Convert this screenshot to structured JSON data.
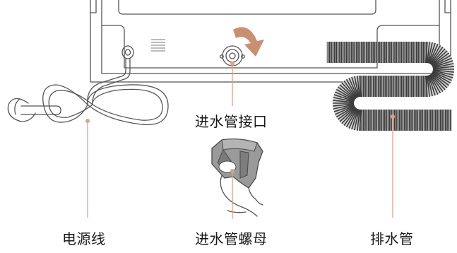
{
  "labels": {
    "power_cord": "电源线",
    "inlet_port": "进水管接口",
    "inlet_nut": "进水管螺母",
    "drain_hose": "排水管"
  },
  "colors": {
    "outline": "#555555",
    "leader": "#d7a48e",
    "arrow": "#c98f72",
    "hose_dark": "#3c3c3c",
    "hose_light": "#d2d2d2",
    "nut_fill": "#9a9a9a",
    "nut_dark": "#6f6f6f"
  },
  "icons": {
    "rotate_arrow": "rotate-clockwise-arrow-icon",
    "vent": "vent-grille-icon"
  }
}
